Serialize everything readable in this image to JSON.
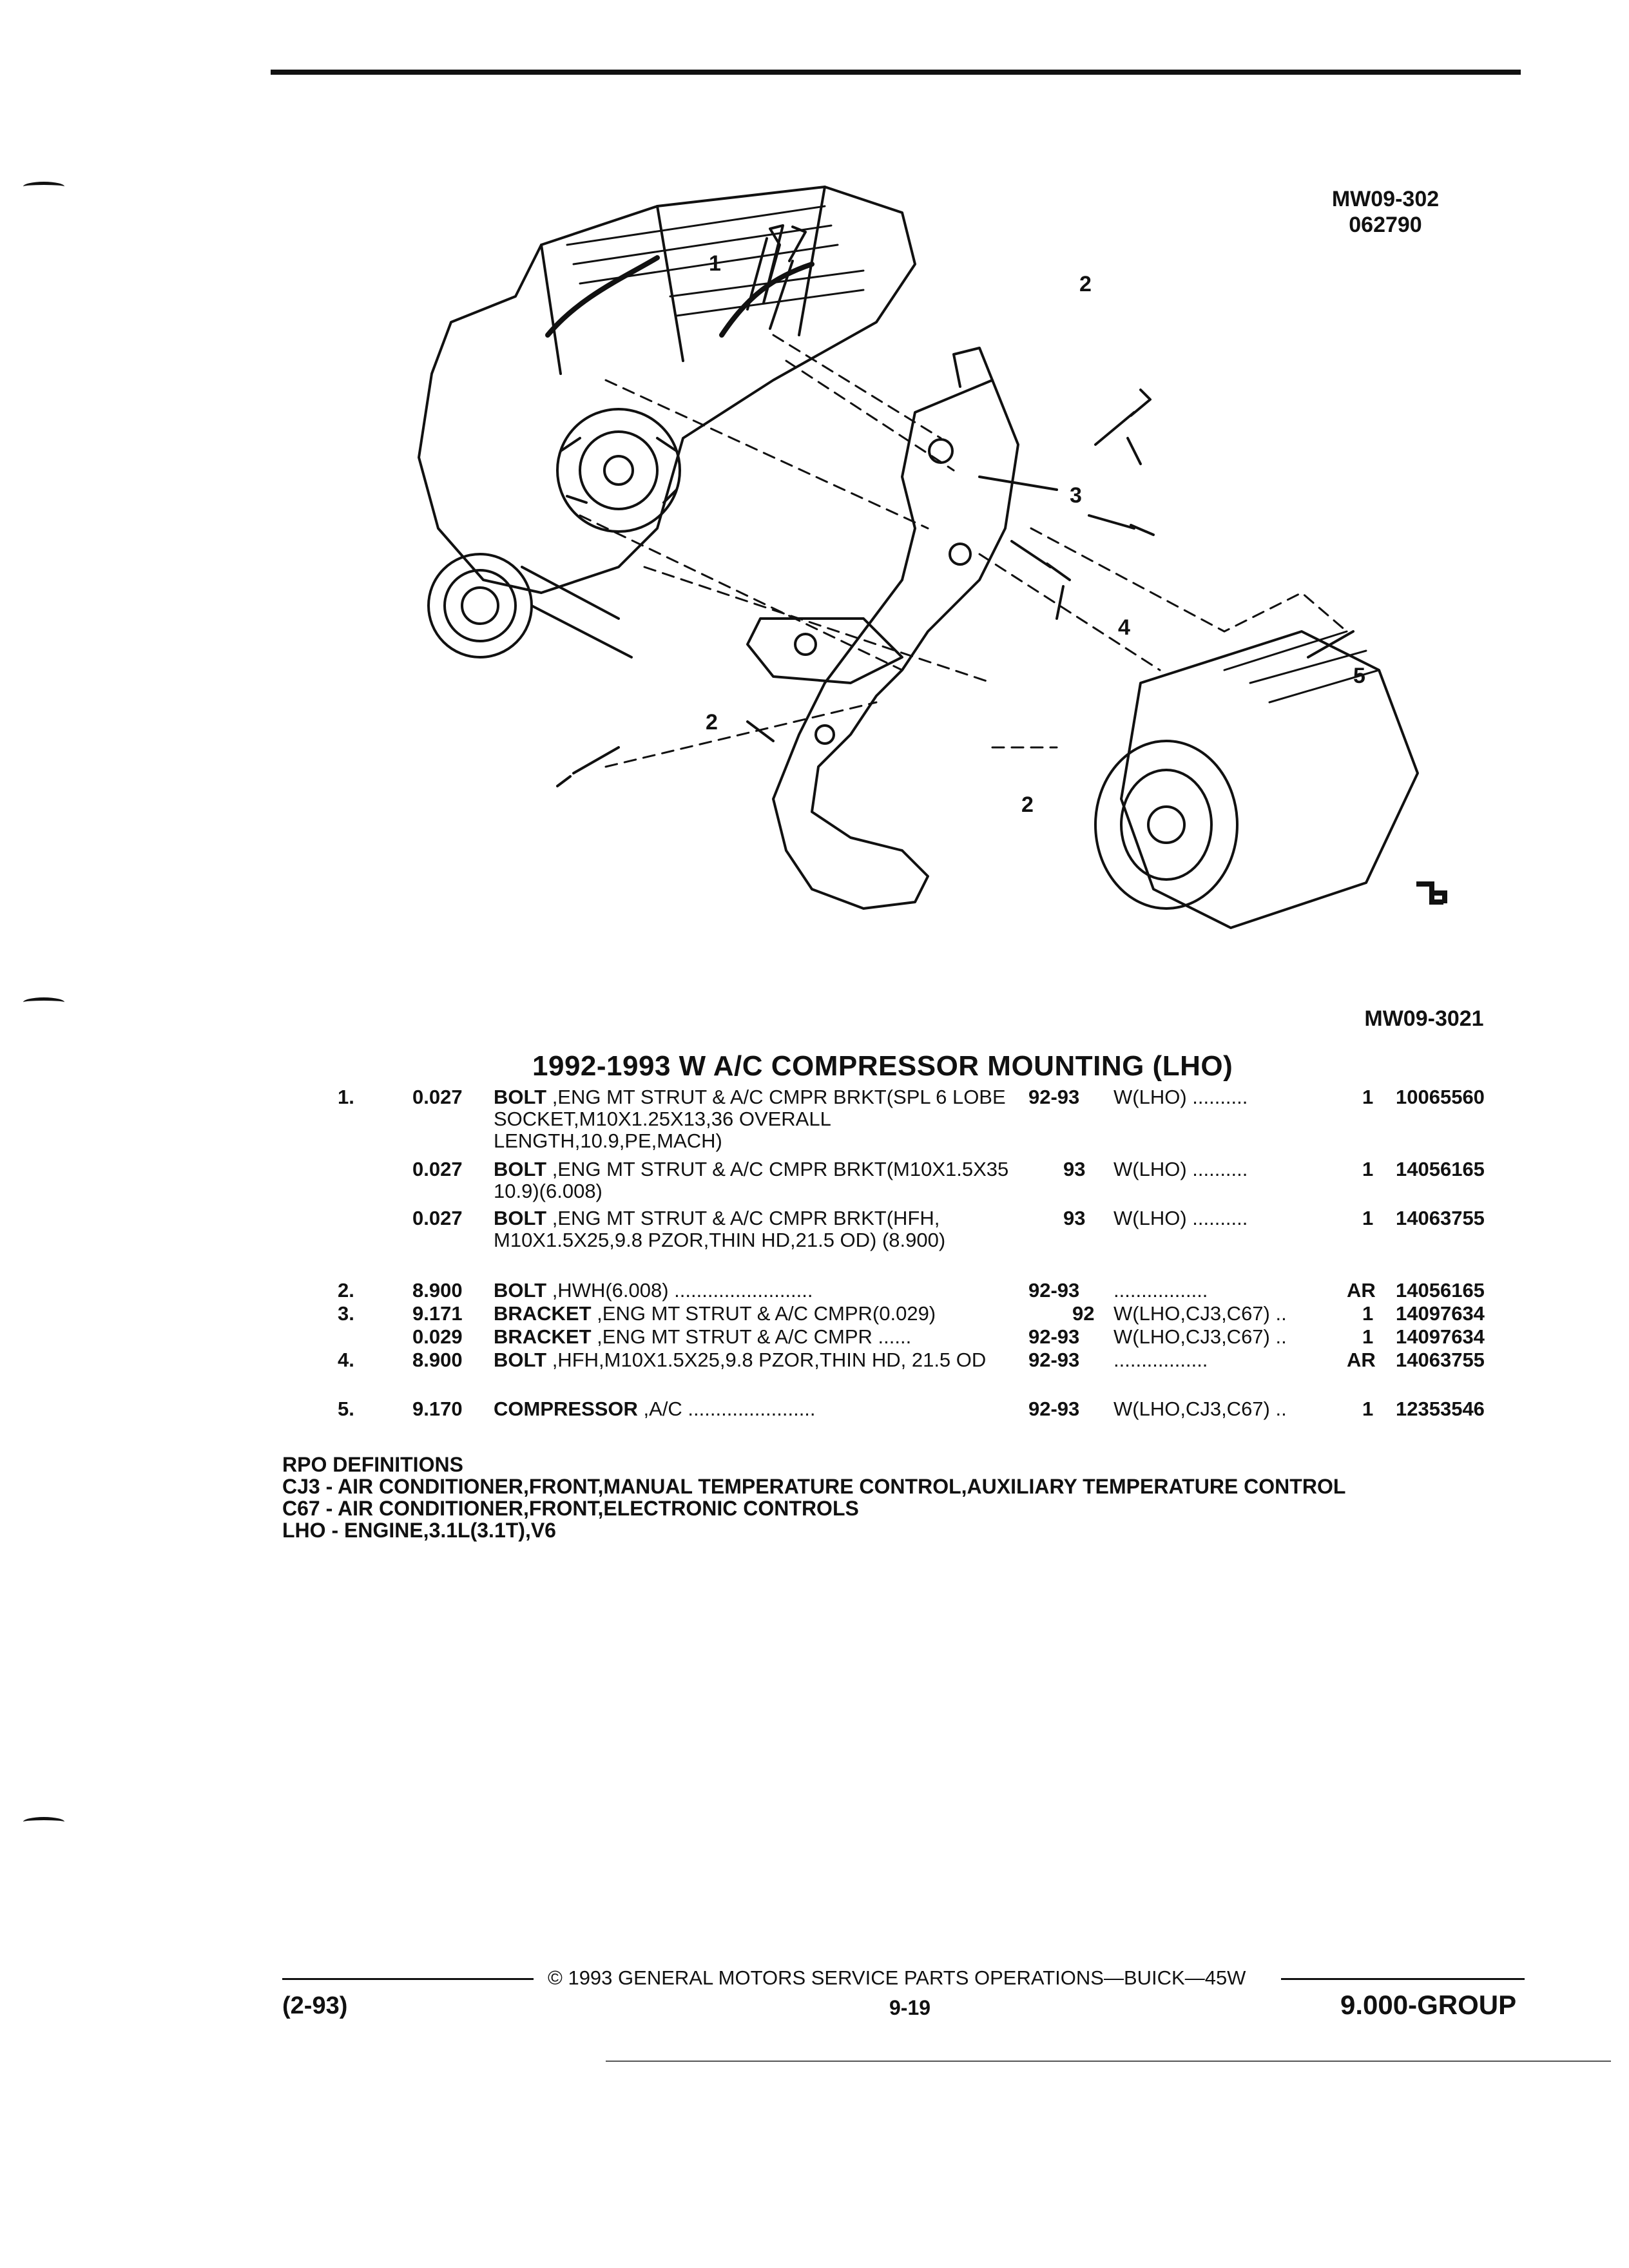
{
  "header": {
    "figure_ref_top": "MW09-302",
    "figure_ref_date": "062790",
    "figure_ref_bottom": "MW09-3021"
  },
  "illustration": {
    "callouts": [
      "1",
      "2",
      "3",
      "4",
      "5",
      "2",
      "2"
    ]
  },
  "title": "1992-1993 W A/C COMPRESSOR MOUNTING (LHO)",
  "parts": [
    {
      "ref": "1.",
      "group": "0.027",
      "desc_bold": "BOLT",
      "desc_rest": " ,ENG MT STRUT & A/C CMPR BRKT(SPL 6 LOBE SOCKET,M10X1.25X13,36 OVERALL LENGTH,10.9,PE,MACH)",
      "years": "92-93",
      "usage": "W(LHO) ..........",
      "qty": "1",
      "part_no": "10065560"
    },
    {
      "ref": "",
      "group": "0.027",
      "desc_bold": "BOLT",
      "desc_rest": " ,ENG MT STRUT & A/C CMPR BRKT(M10X1.5X35 10.9)(6.008)",
      "years": "93",
      "usage": "W(LHO) ..........",
      "qty": "1",
      "part_no": "14056165"
    },
    {
      "ref": "",
      "group": "0.027",
      "desc_bold": "BOLT",
      "desc_rest": " ,ENG MT STRUT & A/C CMPR BRKT(HFH, M10X1.5X25,9.8 PZOR,THIN HD,21.5 OD) (8.900)",
      "years": "93",
      "usage": "W(LHO) ..........",
      "qty": "1",
      "part_no": "14063755"
    },
    {
      "ref": "2.",
      "group": "8.900",
      "desc_bold": "BOLT",
      "desc_rest": " ,HWH(6.008) .........................",
      "years": "92-93",
      "usage": ".................",
      "qty": "AR",
      "part_no": "14056165"
    },
    {
      "ref": "3.",
      "group": "9.171",
      "desc_bold": "BRACKET",
      "desc_rest": " ,ENG MT STRUT & A/C CMPR(0.029)",
      "years": "92",
      "usage": "W(LHO,CJ3,C67) ..",
      "qty": "1",
      "part_no": "14097634"
    },
    {
      "ref": "",
      "group": "0.029",
      "desc_bold": "BRACKET",
      "desc_rest": " ,ENG MT STRUT & A/C CMPR ......",
      "years": "92-93",
      "usage": "W(LHO,CJ3,C67) ..",
      "qty": "1",
      "part_no": "14097634"
    },
    {
      "ref": "4.",
      "group": "8.900",
      "desc_bold": "BOLT",
      "desc_rest": " ,HFH,M10X1.5X25,9.8 PZOR,THIN HD, 21.5 OD",
      "years": "92-93",
      "usage": ".................",
      "qty": "AR",
      "part_no": "14063755"
    },
    {
      "ref": "5.",
      "group": "9.170",
      "desc_bold": "COMPRESSOR",
      "desc_rest": " ,A/C .......................",
      "years": "92-93",
      "usage": "W(LHO,CJ3,C67) ..",
      "qty": "1",
      "part_no": "12353546"
    }
  ],
  "rpo": {
    "heading": "RPO DEFINITIONS",
    "lines": [
      "CJ3 - AIR CONDITIONER,FRONT,MANUAL TEMPERATURE CONTROL,AUXILIARY TEMPERATURE CONTROL",
      "C67 - AIR CONDITIONER,FRONT,ELECTRONIC CONTROLS",
      "LHO - ENGINE,3.1L(3.1T),V6"
    ]
  },
  "footer": {
    "copyright": "© 1993 GENERAL MOTORS SERVICE PARTS OPERATIONS—BUICK—45W",
    "date": "(2-93)",
    "page": "9-19",
    "group": "9.000-GROUP"
  }
}
